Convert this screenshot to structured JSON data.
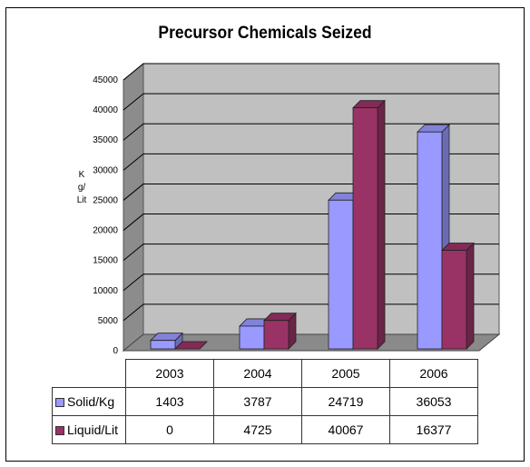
{
  "chart_data": {
    "type": "bar",
    "title": "Precursor Chemicals Seized",
    "ylabel": "Kg/Lit",
    "categories": [
      "2003",
      "2004",
      "2005",
      "2006"
    ],
    "ylim": [
      0,
      45000
    ],
    "yticks": [
      "0",
      "5000",
      "10000",
      "15000",
      "20000",
      "25000",
      "30000",
      "35000",
      "40000",
      "45000"
    ],
    "grid": true,
    "legend_placement": "data table",
    "series": [
      {
        "name": "Solid/Kg",
        "values": [
          1403,
          3787,
          24719,
          36053
        ],
        "color": "#9999ff",
        "labels": [
          "1403",
          "3787",
          "24719",
          "36053"
        ]
      },
      {
        "name": "Liquid/Lit",
        "values": [
          0,
          4725,
          40067,
          16377
        ],
        "color": "#993366",
        "labels": [
          "0",
          "4725",
          "40067",
          "16377"
        ]
      }
    ]
  }
}
